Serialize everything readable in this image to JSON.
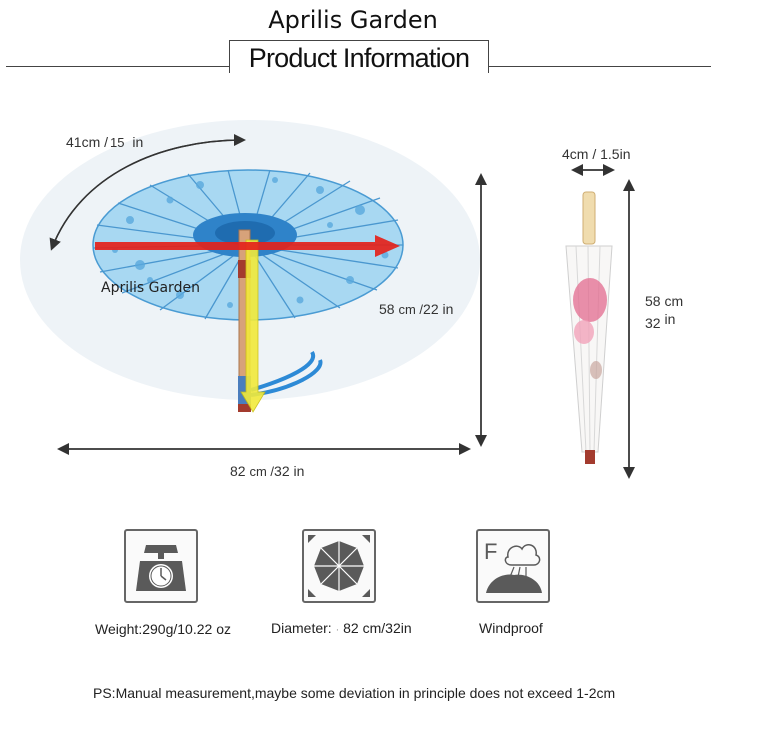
{
  "header": {
    "brand": "Aprilis Garden",
    "title": "Product Information"
  },
  "open_umbrella": {
    "watermark": "Aprilis Garden",
    "arc_label": {
      "value": "41",
      "unit": "cm /",
      "alt": "15",
      "alt_unit": "in"
    },
    "height_label": {
      "value": "58",
      "unit": "cm /",
      "alt": "22",
      "alt_unit": "in"
    },
    "width_label": {
      "value": "82",
      "unit": "cm /",
      "alt": "32",
      "alt_unit": "in"
    }
  },
  "closed_umbrella": {
    "width_label": "4cm / 1.5in",
    "length_cm": "58",
    "length_cm_unit": "cm",
    "length_in": "32",
    "length_in_unit": "in"
  },
  "features": [
    {
      "icon": "scale-icon",
      "label_prefix": "Weight:",
      "value_a": "290",
      "unit_a": "g/",
      "value_b": "10.22",
      "unit_b": "oz"
    },
    {
      "icon": "umbrella-top-icon",
      "label_prefix": "Diameter:",
      "value_a": "82",
      "unit_a": "cm/",
      "value_b": "32",
      "unit_b": "in"
    },
    {
      "icon": "windproof-icon",
      "label": "Windproof"
    }
  ],
  "note": "PS:Manual measurement,maybe some deviation in principle does not exceed 1-2cm",
  "colors": {
    "canopy": "#9fd3f0",
    "canopy_dark": "#2f83c9",
    "arrow_red": "#e4221b",
    "arrow_yellow": "#f2ea3a",
    "dimension_line": "#333333",
    "icon_gray": "#5a5a5a"
  }
}
